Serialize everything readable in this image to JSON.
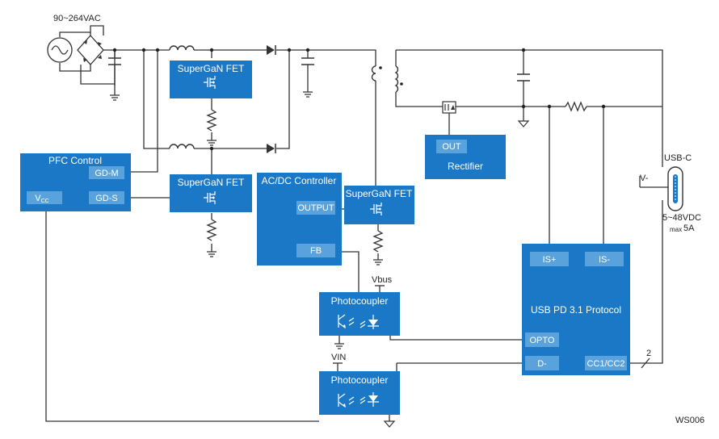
{
  "input_label": "90~264VAC",
  "blocks": {
    "pfc_control": {
      "title": "PFC Control",
      "pin_gdm": "GD-M",
      "pin_gds": "GD-S",
      "pin_vcc": "V",
      "pin_vcc_sub": "CC"
    },
    "fet_top": {
      "title": "SuperGaN FET"
    },
    "fet_bottom": {
      "title": "SuperGaN FET"
    },
    "fet_right": {
      "title": "SuperGaN FET"
    },
    "acdc": {
      "title": "AC/DC Controller",
      "pin_output": "OUTPUT",
      "pin_fb": "FB"
    },
    "rectifier": {
      "title": "Rectifier",
      "pin_out": "OUT"
    },
    "usbpd": {
      "title": "USB PD 3.1 Protocol",
      "pin_isp": "IS+",
      "pin_ism": "IS-",
      "pin_opto": "OPTO",
      "pin_dm": "D-",
      "pin_cc": "CC1/CC2"
    },
    "photo1": {
      "title": "Photocoupler"
    },
    "photo2": {
      "title": "Photocoupler"
    }
  },
  "labels": {
    "vbus": "Vbus",
    "vin": "VIN",
    "vminus": "V-",
    "usbc": "USB-C",
    "vout": "5~48VDC",
    "max": "max",
    "current": "5A",
    "bus_count": "2",
    "figure_id": "WS006"
  }
}
